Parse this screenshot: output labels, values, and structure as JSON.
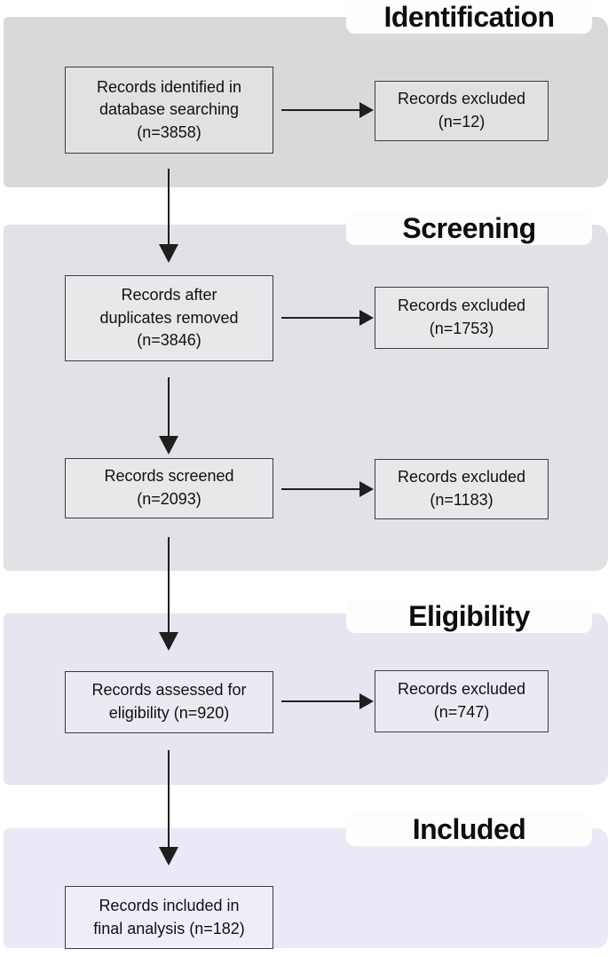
{
  "diagram_type": "prisma-flowchart",
  "phases": [
    {
      "id": "identification",
      "label": "Identification",
      "band_color": "#d9d9d9",
      "rows": [
        {
          "main": "Records identified in\ndatabase searching\n(n=3858)",
          "excluded": "Records excluded\n(n=12)"
        }
      ]
    },
    {
      "id": "screening",
      "label": "Screening",
      "band_color": "#e2e2e6",
      "rows": [
        {
          "main": "Records after\nduplicates removed\n(n=3846)",
          "excluded": "Records excluded\n(n=1753)"
        },
        {
          "main": "Records screened\n(n=2093)",
          "excluded": "Records excluded\n(n=1183)"
        }
      ]
    },
    {
      "id": "eligibility",
      "label": "Eligibility",
      "band_color": "#e6e5f0",
      "rows": [
        {
          "main": "Records assessed for\neligibility (n=920)",
          "excluded": "Records excluded\n(n=747)"
        }
      ]
    },
    {
      "id": "included",
      "label": "Included",
      "band_color": "#e9eaf6",
      "rows": [
        {
          "main": "Records included in\nfinal analysis (n=182)"
        }
      ]
    }
  ],
  "counts": {
    "identified": 3858,
    "excluded_initial": 12,
    "after_duplicates_removed": 3846,
    "excluded_duplicates": 1753,
    "screened": 2093,
    "excluded_screening": 1183,
    "assessed_for_eligibility": 920,
    "excluded_eligibility": 747,
    "included_final_analysis": 182
  },
  "colors": {
    "identification_band": "#d9d9d9",
    "screening_band": "#e2e2e6",
    "eligibility_band": "#e6e5f0",
    "included_band": "#e9eaf6",
    "header_chip": "#fdfdfd",
    "box_border": "#3d3d3d",
    "arrow": "#1f1f1f",
    "text": "#111111"
  }
}
